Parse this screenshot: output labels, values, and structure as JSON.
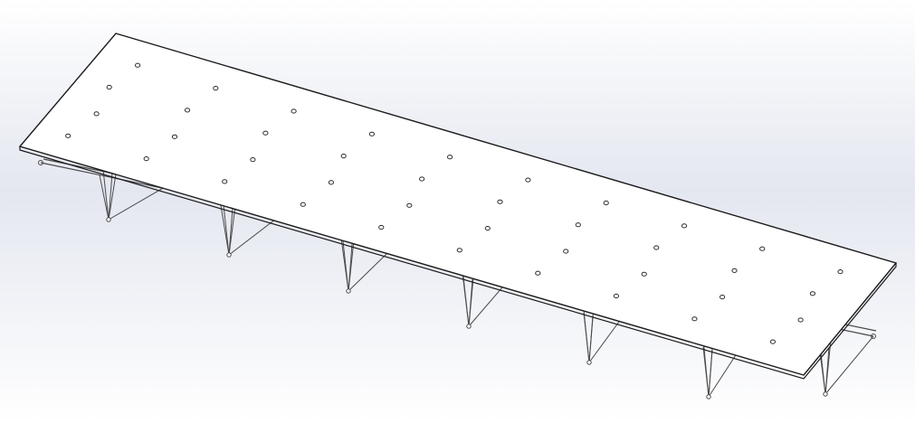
{
  "viewport": {
    "background_top": "#ffffff",
    "background_mid": "#e4e7f0",
    "background_bottom": "#ffffff"
  },
  "model": {
    "plate_fill": "#ffffff",
    "plate_edge": "#1a1a1a",
    "truss_stroke": "#4a4a4a",
    "hole_stroke": "#2a2a2a",
    "hole_grid": {
      "rows": 4,
      "columns": 10
    },
    "truss_bays": 6
  }
}
